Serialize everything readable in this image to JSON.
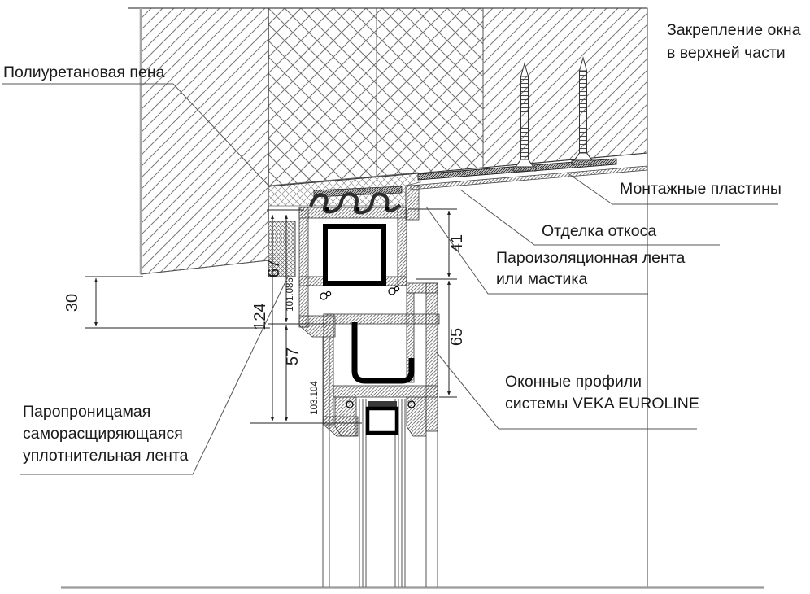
{
  "drawing": {
    "labels": {
      "foam": "Полиуретановая пена",
      "fixing": [
        "Закрепление окна",
        "в верхней части"
      ],
      "plates": "Монтажные пластины",
      "slope_finish": "Отделка откоса",
      "vapor": [
        "Пароизоляционная лента",
        "или мастика"
      ],
      "profiles": [
        "Оконные профили",
        "системы VEKA EUROLINE"
      ],
      "psul": [
        "Паропроницамая",
        "саморасщиряющаяся",
        "уплотнительная лента"
      ]
    },
    "dimensions": {
      "d30": "30",
      "d67": "67",
      "d124": "124",
      "d57": "57",
      "d41": "41",
      "d65": "65",
      "frame_article": "101.086",
      "sash_article": "103.104"
    },
    "colors": {
      "line": "#3a3a3a",
      "text": "#1a1a1a",
      "steel": "#000000",
      "gray_edge": "#a6a6a6",
      "base_line": "#9a9a9a"
    }
  }
}
